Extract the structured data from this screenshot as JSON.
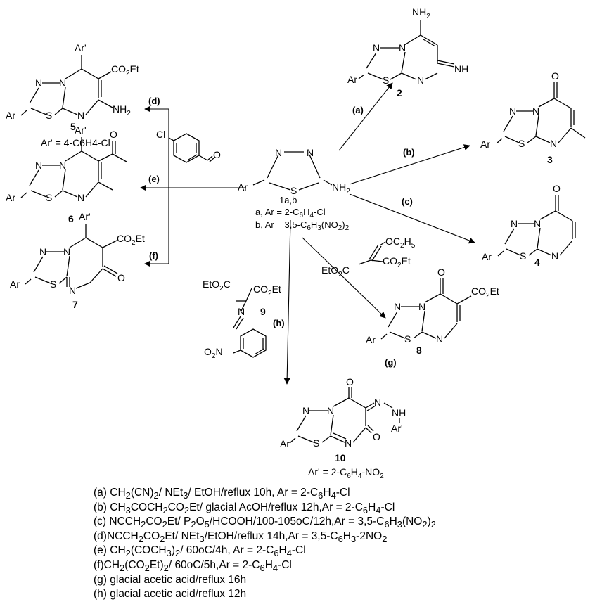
{
  "center": {
    "Ar": "Ar",
    "N1": "N",
    "N2": "N",
    "S": "S",
    "NH2": "NH2",
    "label": "1a,b",
    "line_a": "a, Ar = 2-C6H4-Cl",
    "line_b": "b, Ar = 3,5-C6H3(NO2)2"
  },
  "compound_2": {
    "NH2": "NH2",
    "NH": "NH",
    "Ar": "Ar",
    "S": "S",
    "N": "N",
    "label": "2"
  },
  "compound_3": {
    "O": "O",
    "Ar": "Ar",
    "S": "S",
    "N": "N",
    "label": "3"
  },
  "compound_4": {
    "O": "O",
    "Ar": "Ar",
    "S": "S",
    "N": "N",
    "label": "4"
  },
  "compound_5": {
    "Ar_prime": "Ar'",
    "ester": "CO2Et",
    "NH2": "NH2",
    "Ar": "Ar",
    "S": "S",
    "N": "N",
    "label": "5",
    "ar_def": "Ar' = 4-C6H4-Cl"
  },
  "compound_6": {
    "Ar_prime": "Ar'",
    "O": "O",
    "Ar": "Ar",
    "S": "S",
    "N": "N",
    "label": "6"
  },
  "compound_7": {
    "Ar_prime": "Ar'",
    "ester": "CO2Et",
    "O": "O",
    "Ar": "Ar",
    "S": "S",
    "N": "N",
    "label": "7"
  },
  "compound_8": {
    "O": "O",
    "ester": "CO2Et",
    "Ar": "Ar",
    "S": "S",
    "N": "N",
    "label": "8"
  },
  "compound_10": {
    "O": "O",
    "NH": "NH",
    "Ar_prime": "Ar'",
    "Ar": "Ar",
    "S": "S",
    "N": "N",
    "label": "10",
    "ar_def": "Ar' = 2-C6H4-NO2"
  },
  "reagent_aldehyde": {
    "Cl": "Cl",
    "O": "O"
  },
  "reagent_emme": {
    "OEt": "OC2H5",
    "ester1": "EtO2C",
    "ester2": "CO2Et"
  },
  "reagent_9": {
    "ester1": "EtO2C",
    "ester2": "CO2Et",
    "N": "N",
    "NO2": "O2N",
    "label": "9"
  },
  "arrow_labels": {
    "a": "(a)",
    "b": "(b)",
    "c": "(c)",
    "d": "(d)",
    "e": "(e)",
    "f": "(f)",
    "g": "(g)",
    "h": "(h)"
  },
  "conditions": [
    "(a) CH2(CN)2/ NEt3/ EtOH/reflux 10h, Ar = 2-C6H4-Cl",
    "(b) CH3COCH2CO2Et/ glacial AcOH/reflux 12h,Ar = 2-C6H4-Cl",
    "(c) NCCH2CO2Et/ P2O5/HCOOH/100-105oC/12h,Ar = 3,5-C6H3(NO2)2",
    "(d)NCCH2CO2Et/ NEt3/EtOH/reflux 14h,Ar = 3,5-C6H3-2NO2",
    "(e) CH2(COCH3)2/ 60oC/4h, Ar = 2-C6H4-Cl",
    "(f)CH2(CO2Et)2/ 60oC/5h,Ar = 2-C6H4-Cl",
    "(g) glacial acetic acid/reflux 16h",
    "(h) glacial acetic acid/reflux 12h"
  ]
}
